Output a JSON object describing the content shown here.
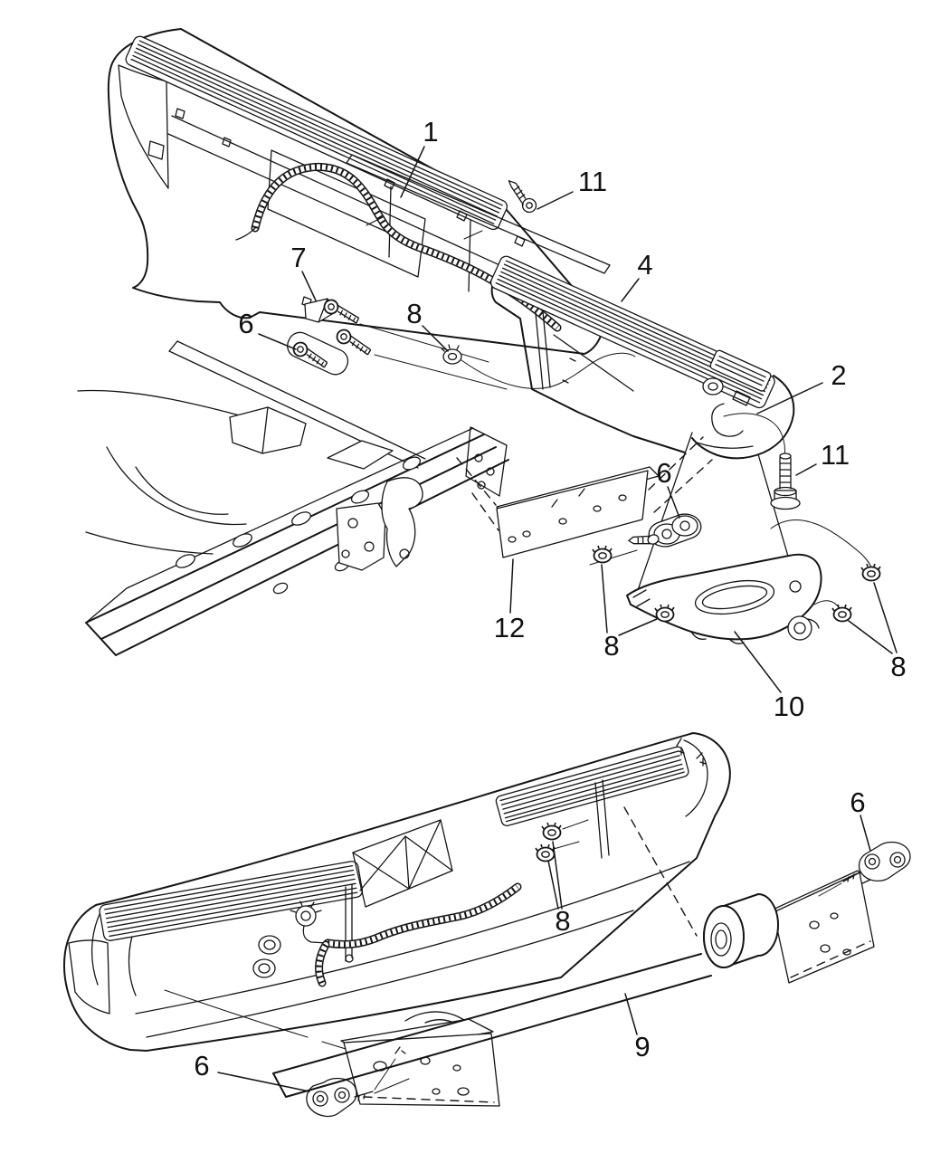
{
  "diagram": {
    "background_color": "#ffffff",
    "line_color": "#151515",
    "callouts": [
      {
        "id": "c1",
        "label": "1"
      },
      {
        "id": "c11a",
        "label": "11"
      },
      {
        "id": "c7",
        "label": "7"
      },
      {
        "id": "c6a",
        "label": "6"
      },
      {
        "id": "c8a",
        "label": "8"
      },
      {
        "id": "c4",
        "label": "4"
      },
      {
        "id": "c2",
        "label": "2"
      },
      {
        "id": "c11b",
        "label": "11"
      },
      {
        "id": "c6b",
        "label": "6"
      },
      {
        "id": "c12",
        "label": "12"
      },
      {
        "id": "c8b",
        "label": "8"
      },
      {
        "id": "c10",
        "label": "10"
      },
      {
        "id": "c8c",
        "label": "8"
      },
      {
        "id": "c8d",
        "label": "8"
      },
      {
        "id": "c6d",
        "label": "6"
      },
      {
        "id": "c9",
        "label": "9"
      },
      {
        "id": "c6c",
        "label": "6"
      }
    ]
  }
}
